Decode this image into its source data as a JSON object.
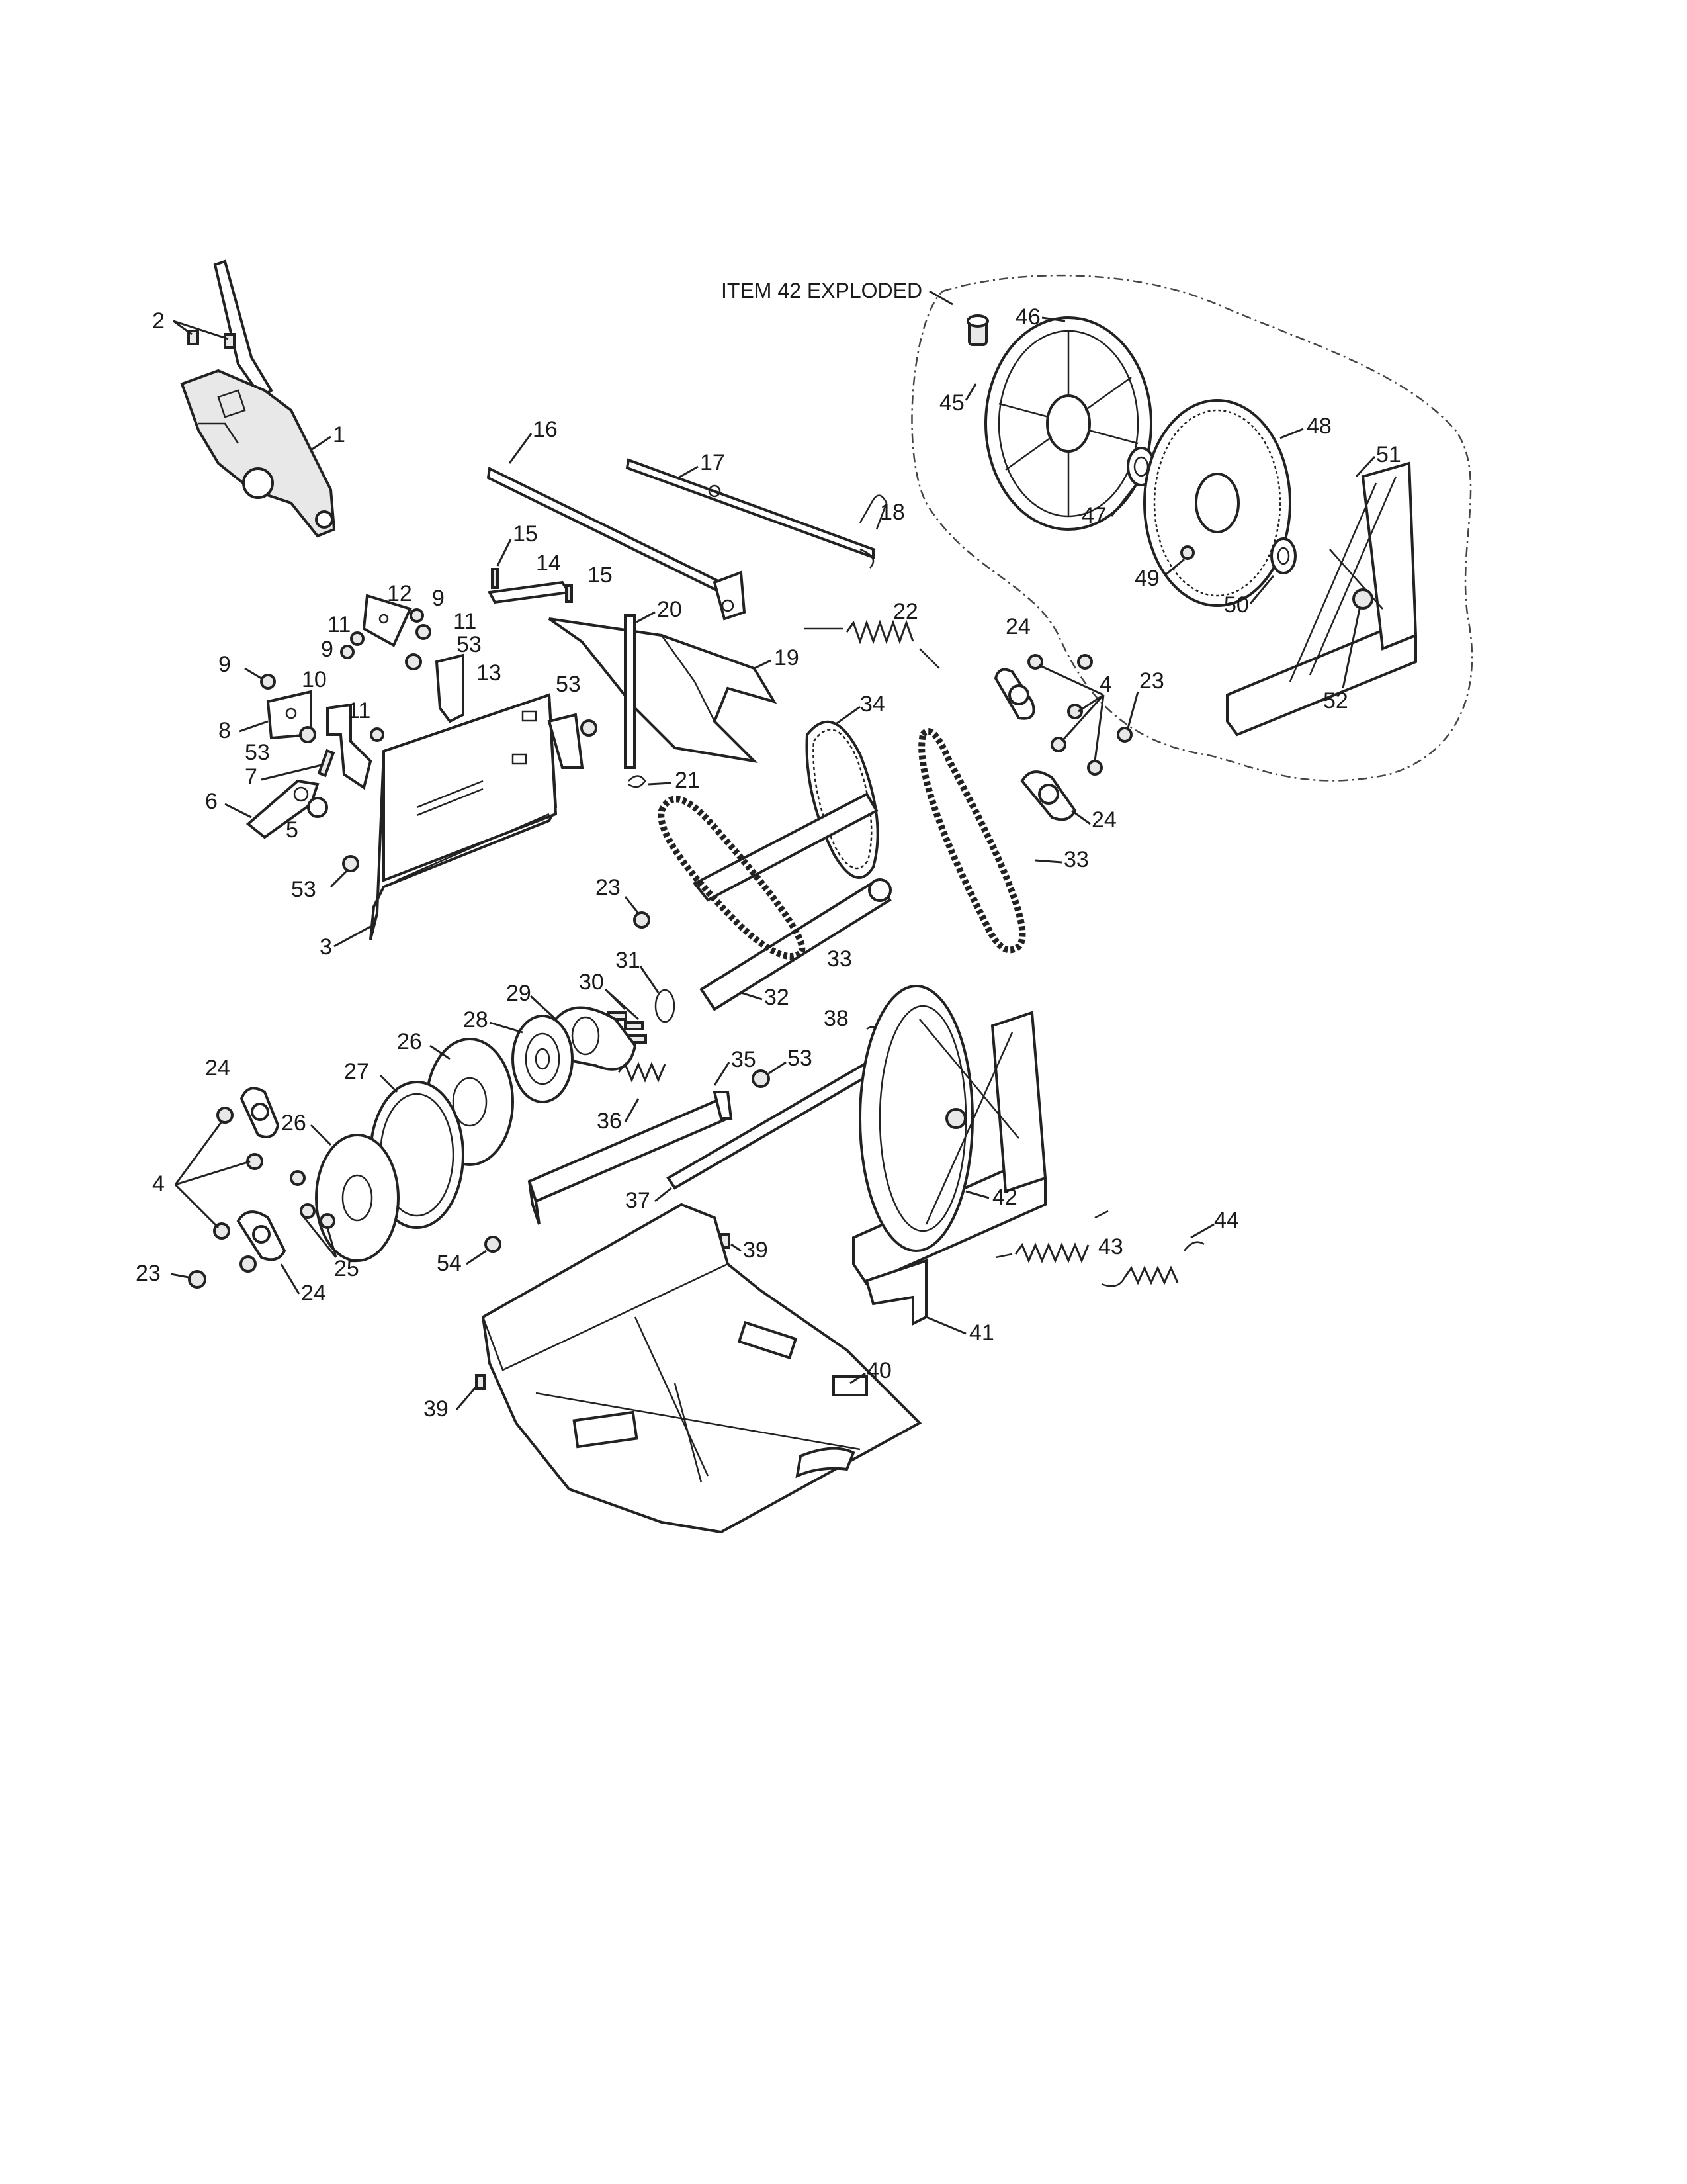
{
  "diagram": {
    "group_title": "ITEM 42 EXPLODED",
    "callouts": {
      "c1": "1",
      "c2": "2",
      "c3": "3",
      "c4a": "4",
      "c4b": "4",
      "c5": "5",
      "c6": "6",
      "c7": "7",
      "c8": "8",
      "c9a": "9",
      "c9b": "9",
      "c9c": "9",
      "c10": "10",
      "c11a": "11",
      "c11b": "11",
      "c11c": "11",
      "c12": "12",
      "c13": "13",
      "c14": "14",
      "c15a": "15",
      "c15b": "15",
      "c16": "16",
      "c17": "17",
      "c18": "18",
      "c19": "19",
      "c20": "20",
      "c21": "21",
      "c22": "22",
      "c23a": "23",
      "c23b": "23",
      "c23c": "23",
      "c24a": "24",
      "c24b": "24",
      "c24c": "24",
      "c24d": "24",
      "c25": "25",
      "c26a": "26",
      "c26b": "26",
      "c27": "27",
      "c28": "28",
      "c29": "29",
      "c30": "30",
      "c31": "31",
      "c32": "32",
      "c33a": "33",
      "c33b": "33",
      "c34": "34",
      "c35": "35",
      "c36": "36",
      "c37": "37",
      "c38": "38",
      "c39a": "39",
      "c39b": "39",
      "c40": "40",
      "c41": "41",
      "c42": "42",
      "c43": "43",
      "c44": "44",
      "c45": "45",
      "c46": "46",
      "c47": "47",
      "c48": "48",
      "c49": "49",
      "c50": "50",
      "c51": "51",
      "c52": "52",
      "c53a": "53",
      "c53b": "53",
      "c53c": "53",
      "c53d": "53",
      "c53e": "53",
      "c54": "54"
    }
  }
}
